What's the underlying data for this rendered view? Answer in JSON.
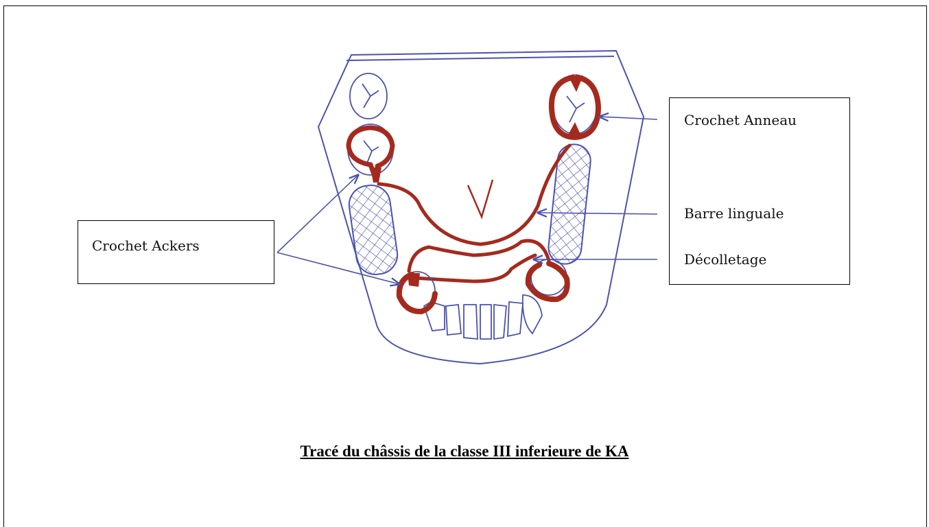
{
  "labels": {
    "crochet_ackers": "Crochet Ackers",
    "crochet_anneau": "Crochet Anneau",
    "barre_linguale": "Barre linguale",
    "decolletage": "Décolletage"
  },
  "caption": "Tracé du châssis de la classe III inferieure de KA",
  "colors": {
    "outline_ink": "#4a52b0",
    "framework_ink": "#a52a1e",
    "border": "#000000"
  }
}
